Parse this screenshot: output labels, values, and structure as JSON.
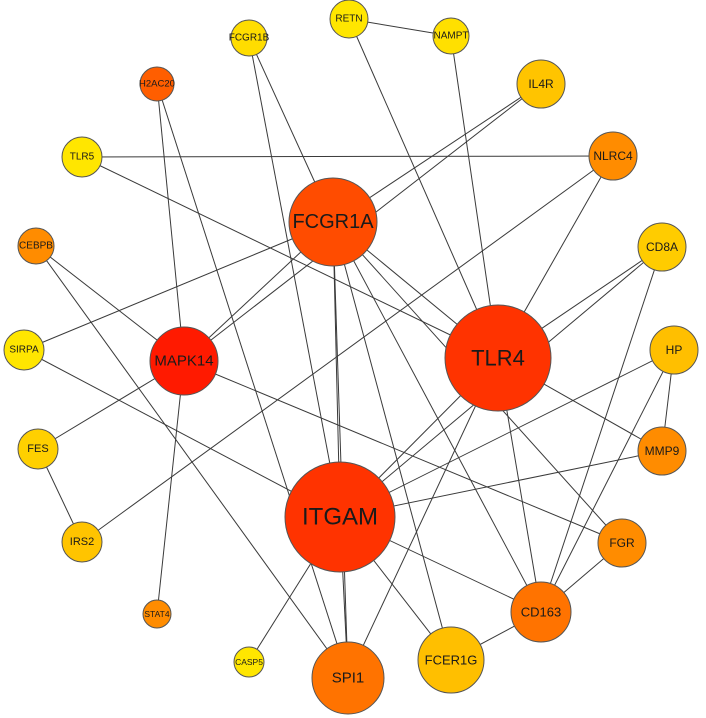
{
  "nodes": [
    {
      "id": "ITGAM",
      "label": "ITGAM",
      "color": "#FF3300"
    },
    {
      "id": "TLR4",
      "label": "TLR4",
      "color": "#FF3300"
    },
    {
      "id": "FCGR1A",
      "label": "FCGR1A",
      "color": "#FF4C00"
    },
    {
      "id": "MAPK14",
      "label": "MAPK14",
      "color": "#FF1A00"
    },
    {
      "id": "SPI1",
      "label": "SPI1",
      "color": "#FF7300"
    },
    {
      "id": "FCER1G",
      "label": "FCER1G",
      "color": "#FFBF00"
    },
    {
      "id": "CD163",
      "label": "CD163",
      "color": "#FF7300"
    },
    {
      "id": "FGR",
      "label": "FGR",
      "color": "#FF8C00"
    },
    {
      "id": "MMP9",
      "label": "MMP9",
      "color": "#FF8C00"
    },
    {
      "id": "HP",
      "label": "HP",
      "color": "#FFBF00"
    },
    {
      "id": "CD8A",
      "label": "CD8A",
      "color": "#FFCC00"
    },
    {
      "id": "NLRC4",
      "label": "NLRC4",
      "color": "#FF8C00"
    },
    {
      "id": "IL4R",
      "label": "IL4R",
      "color": "#FFC400"
    },
    {
      "id": "NAMPT",
      "label": "NAMPT",
      "color": "#FFE000"
    },
    {
      "id": "RETN",
      "label": "RETN",
      "color": "#FFE600"
    },
    {
      "id": "FCGR1B",
      "label": "FCGR1B",
      "color": "#FFDD00"
    },
    {
      "id": "H2AC20",
      "label": "H2AC20",
      "color": "#FF5E00"
    },
    {
      "id": "TLR5",
      "label": "TLR5",
      "color": "#FFE600"
    },
    {
      "id": "CEBPB",
      "label": "CEBPB",
      "color": "#FF8C00"
    },
    {
      "id": "SIRPA",
      "label": "SIRPA",
      "color": "#FFE600"
    },
    {
      "id": "FES",
      "label": "FES",
      "color": "#FFD000"
    },
    {
      "id": "IRS2",
      "label": "IRS2",
      "color": "#FFC400"
    },
    {
      "id": "STAT4",
      "label": "STAT4",
      "color": "#FF8C00"
    },
    {
      "id": "CASP5",
      "label": "CASP5",
      "color": "#FFE600"
    }
  ],
  "edges": [
    [
      "RETN",
      "NAMPT"
    ],
    [
      "RETN",
      "TLR4"
    ],
    [
      "NAMPT",
      "TLR4"
    ],
    [
      "FCGR1B",
      "FCGR1A"
    ],
    [
      "FCGR1B",
      "ITGAM"
    ],
    [
      "H2AC20",
      "MAPK14"
    ],
    [
      "H2AC20",
      "SPI1"
    ],
    [
      "TLR5",
      "NLRC4"
    ],
    [
      "TLR5",
      "TLR4"
    ],
    [
      "IL4R",
      "FCGR1A"
    ],
    [
      "IL4R",
      "MAPK14"
    ],
    [
      "NLRC4",
      "IRS2"
    ],
    [
      "NLRC4",
      "TLR4"
    ],
    [
      "FCGR1A",
      "SIRPA"
    ],
    [
      "FCGR1A",
      "MAPK14"
    ],
    [
      "FCGR1A",
      "ITGAM"
    ],
    [
      "FCGR1A",
      "SPI1"
    ],
    [
      "FCGR1A",
      "FCER1G"
    ],
    [
      "FCGR1A",
      "CD163"
    ],
    [
      "FCGR1A",
      "TLR4"
    ],
    [
      "FCGR1A",
      "FGR"
    ],
    [
      "CD8A",
      "TLR4"
    ],
    [
      "CD8A",
      "CD163"
    ],
    [
      "CD8A",
      "ITGAM"
    ],
    [
      "CEBPB",
      "MAPK14"
    ],
    [
      "CEBPB",
      "SPI1"
    ],
    [
      "SIRPA",
      "ITGAM"
    ],
    [
      "MAPK14",
      "FES"
    ],
    [
      "MAPK14",
      "STAT4"
    ],
    [
      "MAPK14",
      "FGR"
    ],
    [
      "TLR4",
      "MMP9"
    ],
    [
      "TLR4",
      "ITGAM"
    ],
    [
      "TLR4",
      "SPI1"
    ],
    [
      "TLR4",
      "CD163"
    ],
    [
      "HP",
      "ITGAM"
    ],
    [
      "HP",
      "MMP9"
    ],
    [
      "HP",
      "CD163"
    ],
    [
      "FES",
      "IRS2"
    ],
    [
      "MMP9",
      "ITGAM"
    ],
    [
      "ITGAM",
      "SPI1"
    ],
    [
      "ITGAM",
      "FCER1G"
    ],
    [
      "ITGAM",
      "CD163"
    ],
    [
      "ITGAM",
      "CASP5"
    ],
    [
      "FGR",
      "CD163"
    ],
    [
      "CD163",
      "FCER1G"
    ]
  ]
}
